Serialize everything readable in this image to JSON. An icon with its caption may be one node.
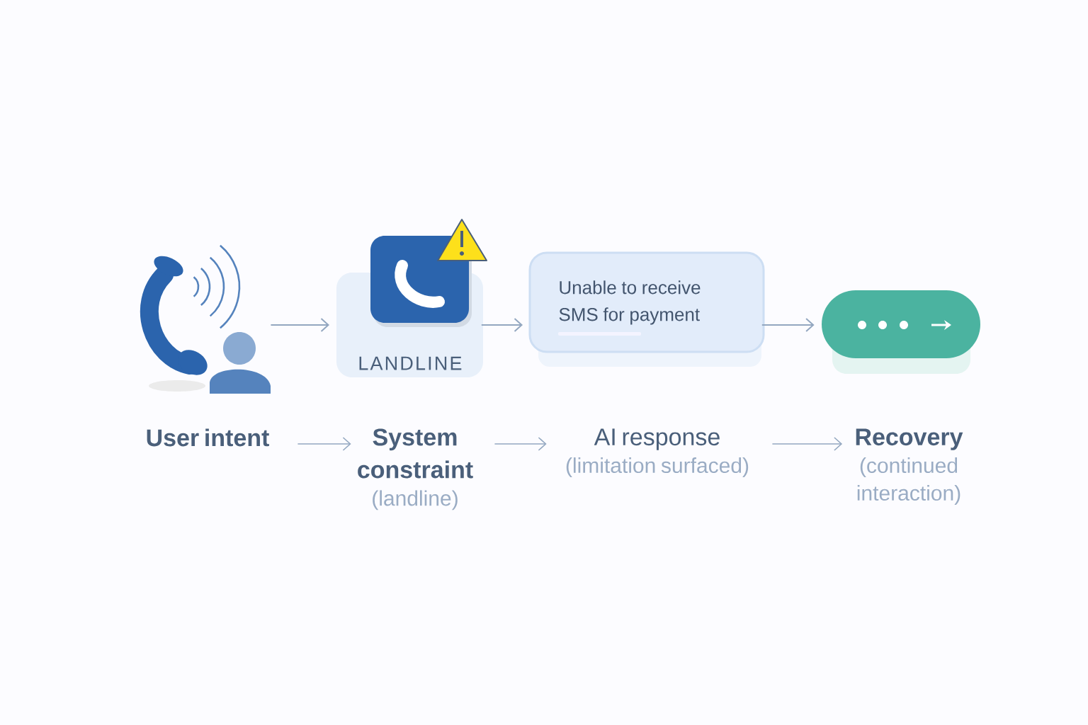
{
  "diagram": {
    "nodes": [
      {
        "text": [],
        "shape": "picture"
      },
      {
        "text": [
          "LANDLINE"
        ]
      },
      {
        "text": [
          "Unable to receive SMS for payment"
        ]
      },
      {
        "text": [],
        "shape": "box"
      },
      {
        "text": [
          "User intent"
        ]
      },
      {
        "text": [
          "System constraint",
          "(landline)"
        ]
      },
      {
        "text": [
          "AI response",
          "(limitation surfaced)"
        ]
      },
      {
        "text": [
          "Recovery",
          "(continued interaction)"
        ]
      }
    ],
    "edges": [
      {
        "from": 0,
        "to": 1,
        "arrow": "to"
      },
      {
        "from": 1,
        "to": 2,
        "arrow": "to"
      },
      {
        "from": 2,
        "to": 3,
        "arrow": "to"
      },
      {
        "from": 4,
        "to": 5,
        "arrow": "to"
      },
      {
        "from": 5,
        "to": 6,
        "arrow": "to"
      },
      {
        "from": 6,
        "to": 7,
        "arrow": "to"
      }
    ]
  }
}
